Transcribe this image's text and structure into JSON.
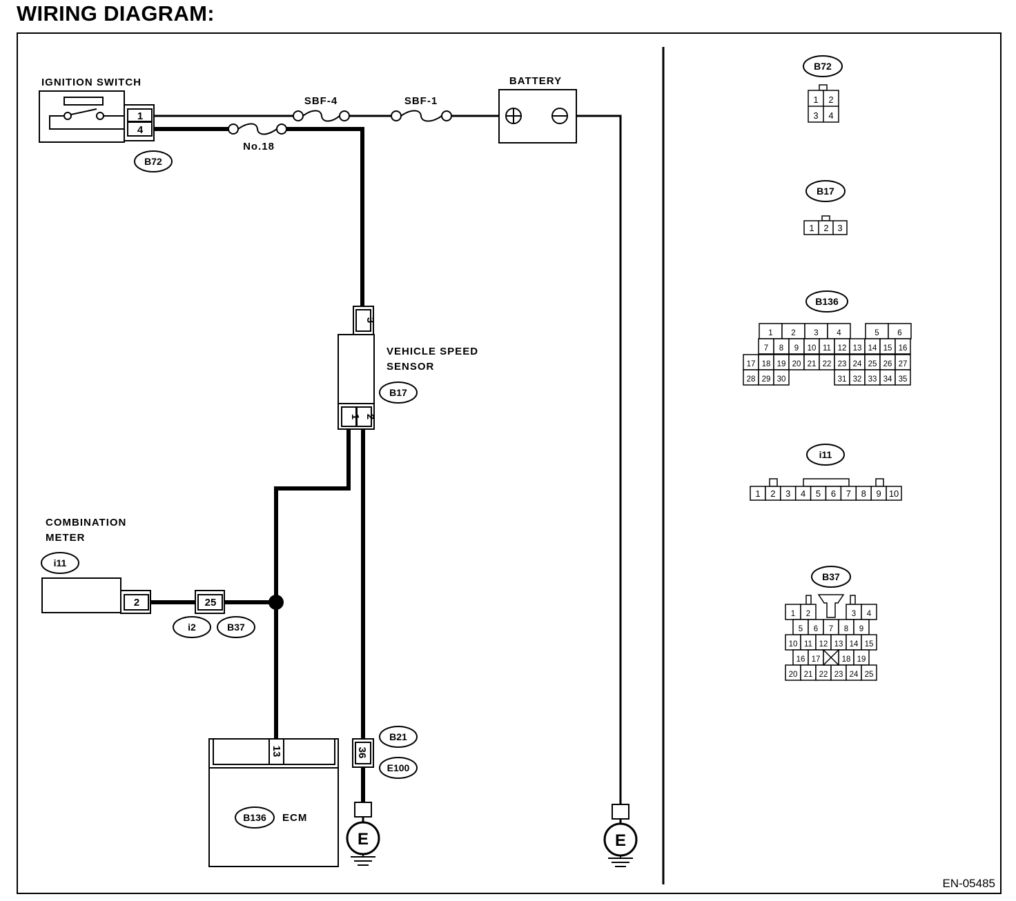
{
  "title": "WIRING DIAGRAM:",
  "doc_id": "EN-05485",
  "components": {
    "ignition_switch": "IGNITION SWITCH",
    "battery": "BATTERY",
    "vss_line1": "VEHICLE SPEED",
    "vss_line2": "SENSOR",
    "meter_line1": "COMBINATION",
    "meter_line2": "METER",
    "ecm": "ECM",
    "ground": "E"
  },
  "fuses": {
    "sbf4": "SBF-4",
    "sbf1": "SBF-1",
    "no18": "No.18"
  },
  "connector_tags": {
    "b72": "B72",
    "b17": "B17",
    "i11": "i11",
    "i2": "i2",
    "b37": "B37",
    "b21": "B21",
    "e100": "E100",
    "b136": "B136"
  },
  "pins": {
    "b72_1": "1",
    "b72_4": "4",
    "b17_3": "3",
    "b17_1": "1",
    "b17_2": "2",
    "i11_2": "2",
    "b37_25": "25",
    "b136_13": "13",
    "b21_36": "36"
  },
  "connector_views": {
    "b72": {
      "label": "B72",
      "rows": [
        [
          "1",
          "2"
        ],
        [
          "3",
          "4"
        ]
      ]
    },
    "b17": {
      "label": "B17",
      "rows": [
        [
          "1",
          "2",
          "3"
        ]
      ]
    },
    "b136": {
      "label": "B136",
      "rows": [
        [
          "1",
          "2",
          "3",
          "4",
          "5",
          "6"
        ],
        [
          "7",
          "8",
          "9",
          "10",
          "11",
          "12",
          "13",
          "14",
          "15",
          "16"
        ],
        [
          "17",
          "18",
          "19",
          "20",
          "21",
          "22",
          "23",
          "24",
          "25",
          "26",
          "27"
        ],
        [
          "28",
          "29",
          "30",
          "31",
          "32",
          "33",
          "34",
          "35"
        ]
      ]
    },
    "i11": {
      "label": "i11",
      "rows": [
        [
          "1",
          "2",
          "3",
          "4",
          "5",
          "6",
          "7",
          "8",
          "9",
          "10"
        ]
      ]
    },
    "b37": {
      "label": "B37",
      "rows": [
        [
          "1",
          "2",
          "3",
          "4"
        ],
        [
          "5",
          "6",
          "7",
          "8",
          "9"
        ],
        [
          "10",
          "11",
          "12",
          "13",
          "14",
          "15"
        ],
        [
          "16",
          "17",
          "18",
          "19"
        ],
        [
          "20",
          "21",
          "22",
          "23",
          "24",
          "25"
        ]
      ]
    }
  }
}
